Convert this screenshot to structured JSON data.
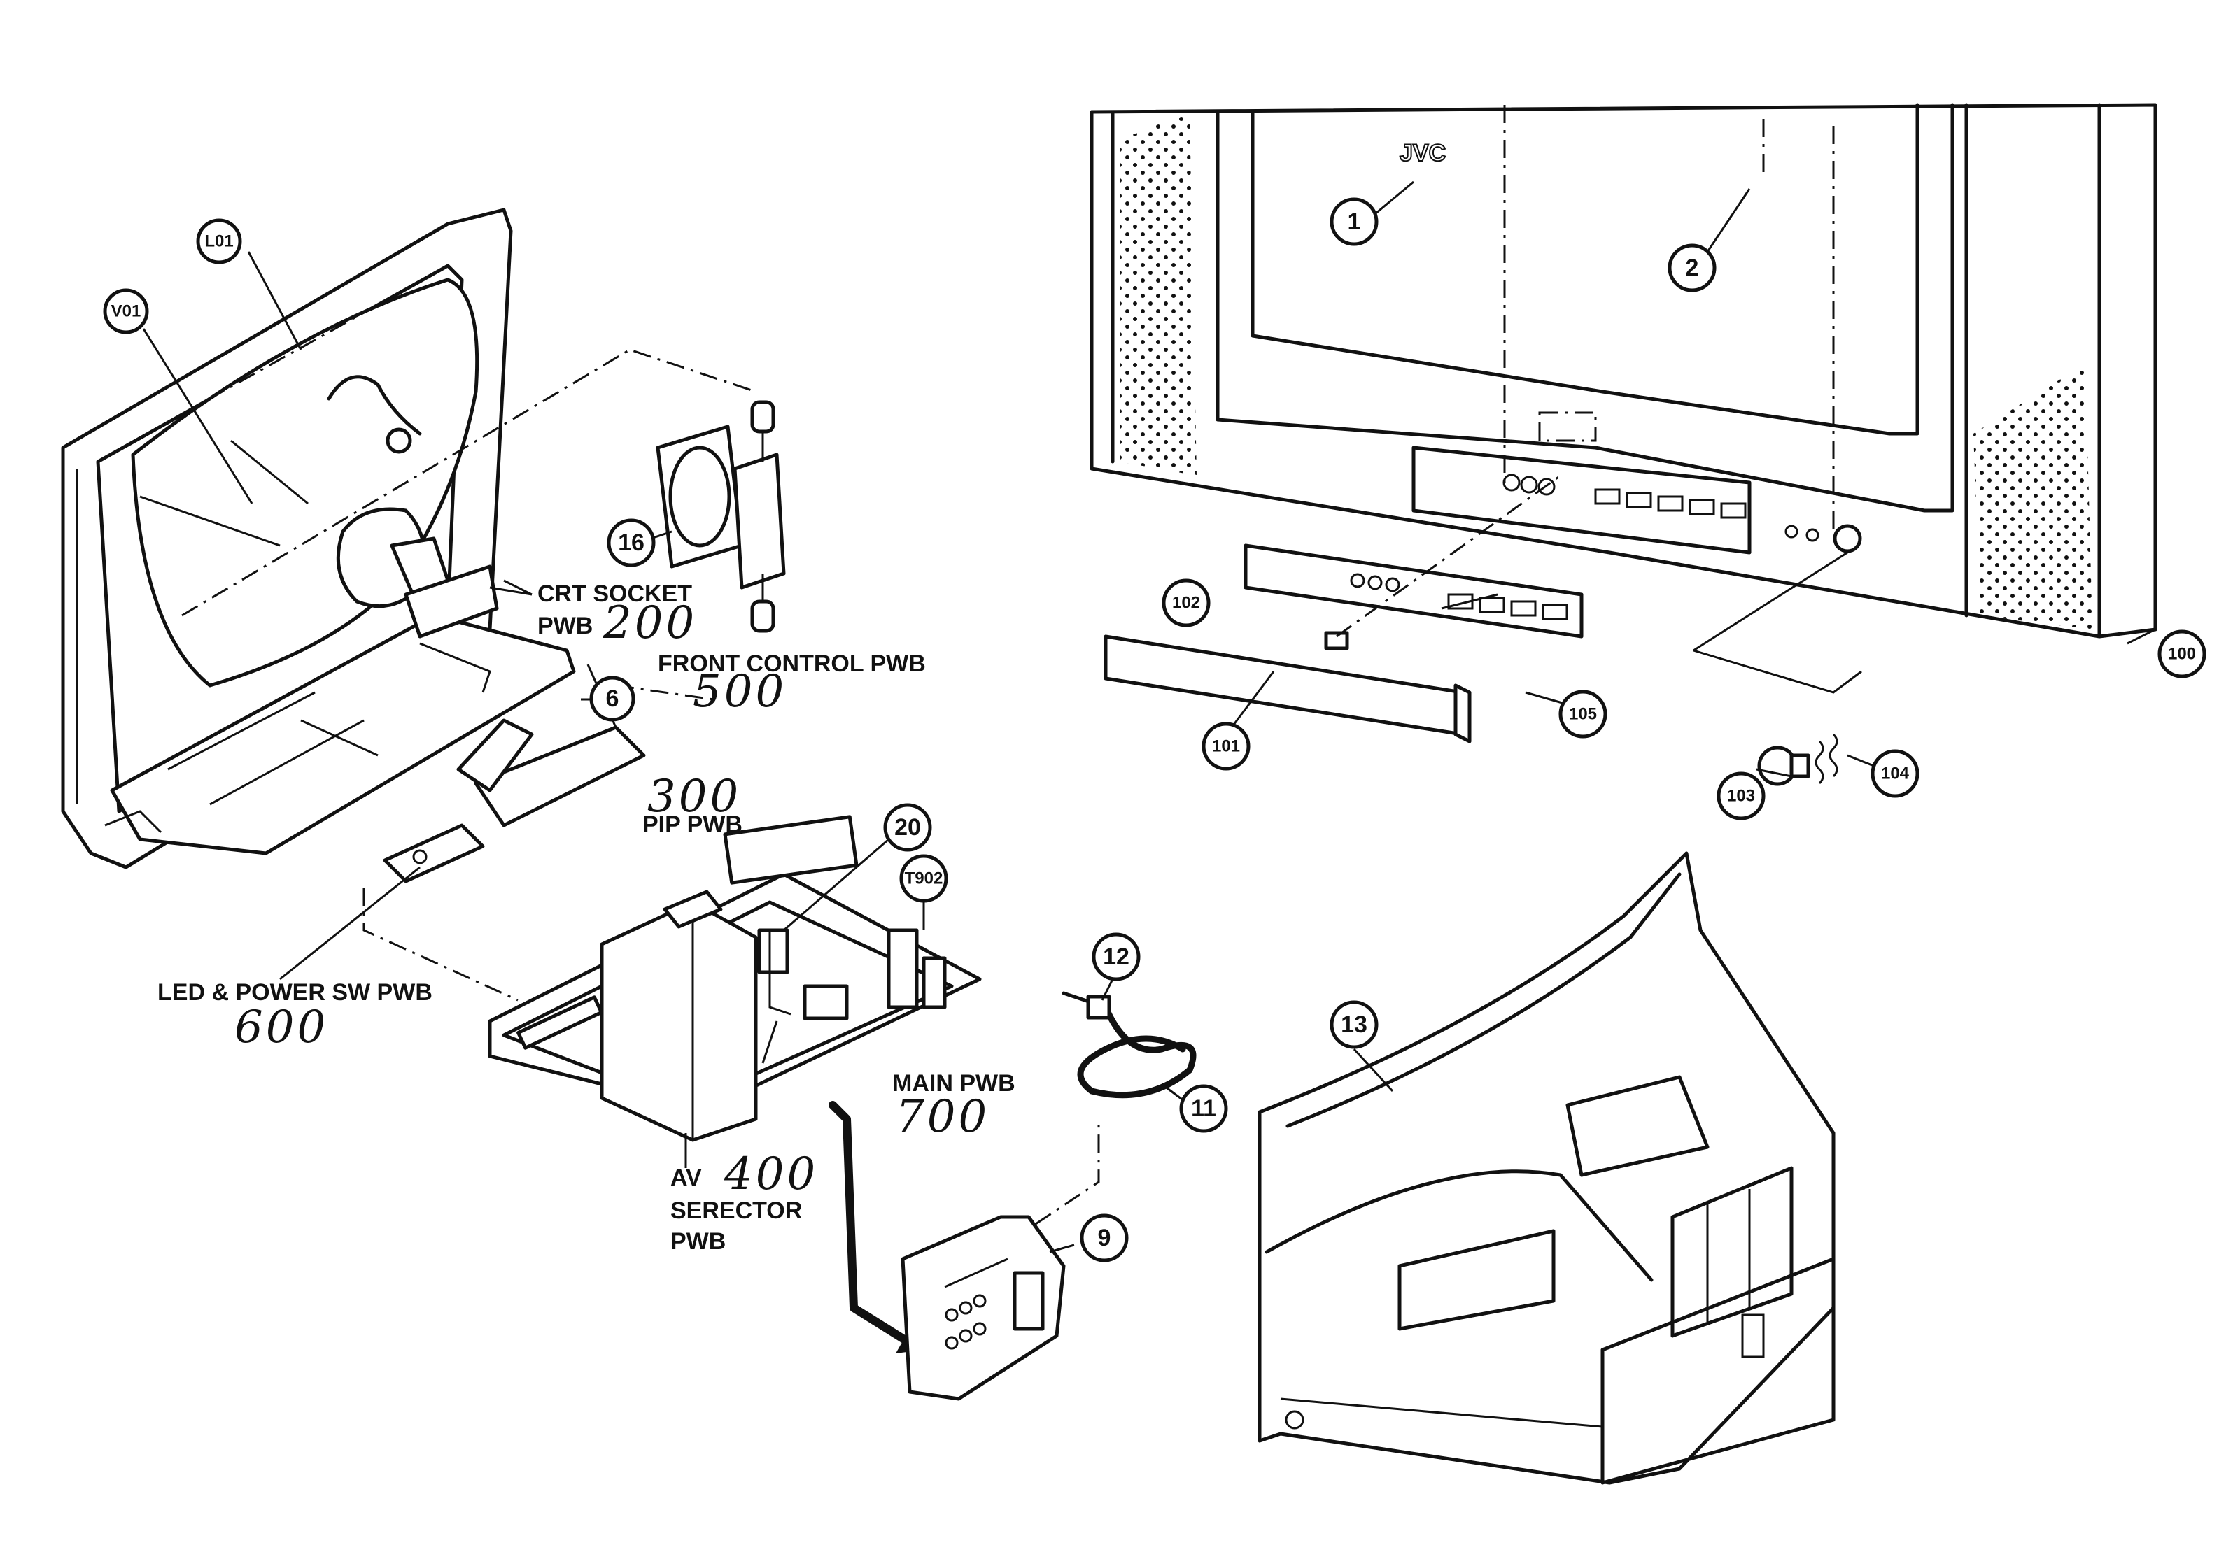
{
  "brand": "JVC",
  "labels": {
    "crt_socket_line1": "CRT SOCKET",
    "crt_socket_line2": "PWB",
    "crt_socket_num": "200",
    "front_control": "FRONT CONTROL PWB",
    "front_control_num": "500",
    "pip_num": "300",
    "pip": "PIP PWB",
    "led_power": "LED & POWER SW PWB",
    "led_power_num": "600",
    "main": "MAIN PWB",
    "main_num": "700",
    "av_line1": "AV",
    "av_num": "400",
    "av_line2": "SERECTOR",
    "av_line3": "PWB"
  },
  "callouts": {
    "c_l01": "L01",
    "c_v01": "V01",
    "c_16": "16",
    "c_6": "6",
    "c_20": "20",
    "c_t902": "T902",
    "c_12": "12",
    "c_11": "11",
    "c_9": "9",
    "c_13": "13",
    "c_1": "1",
    "c_2": "2",
    "c_100": "100",
    "c_102": "102",
    "c_101": "101",
    "c_105": "105",
    "c_103": "103",
    "c_104": "104"
  }
}
